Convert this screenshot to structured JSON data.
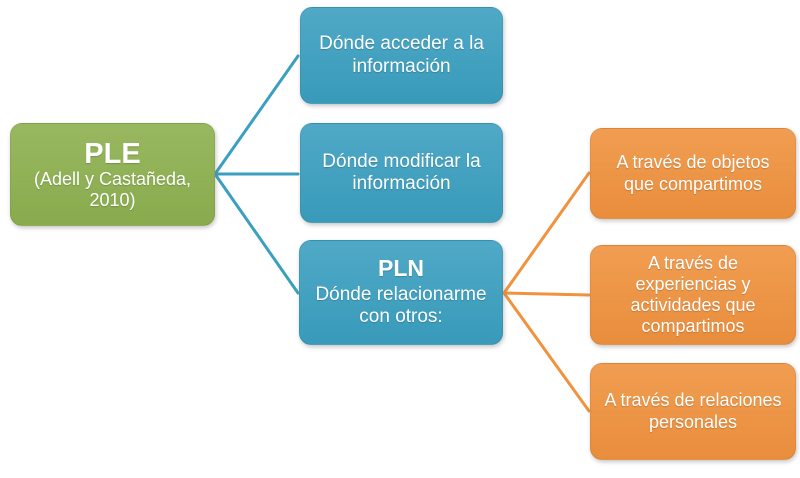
{
  "root": {
    "title": "PLE",
    "subtitle": "(Adell y Castañeda, 2010)"
  },
  "branches": [
    {
      "label": "Dónde acceder a la información"
    },
    {
      "label": "Dónde modificar la información"
    },
    {
      "title": "PLN",
      "label": "Dónde relacionarme con otros:"
    }
  ],
  "leaves": [
    {
      "label": "A través de objetos que compartimos"
    },
    {
      "label": "A través de experiencias y actividades que compartimos"
    },
    {
      "label": "A través de relaciones personales"
    }
  ],
  "colors": {
    "root": "#8db04f",
    "branch": "#3b9fc0",
    "leaf": "#f0923e",
    "background": "#ffffff"
  }
}
